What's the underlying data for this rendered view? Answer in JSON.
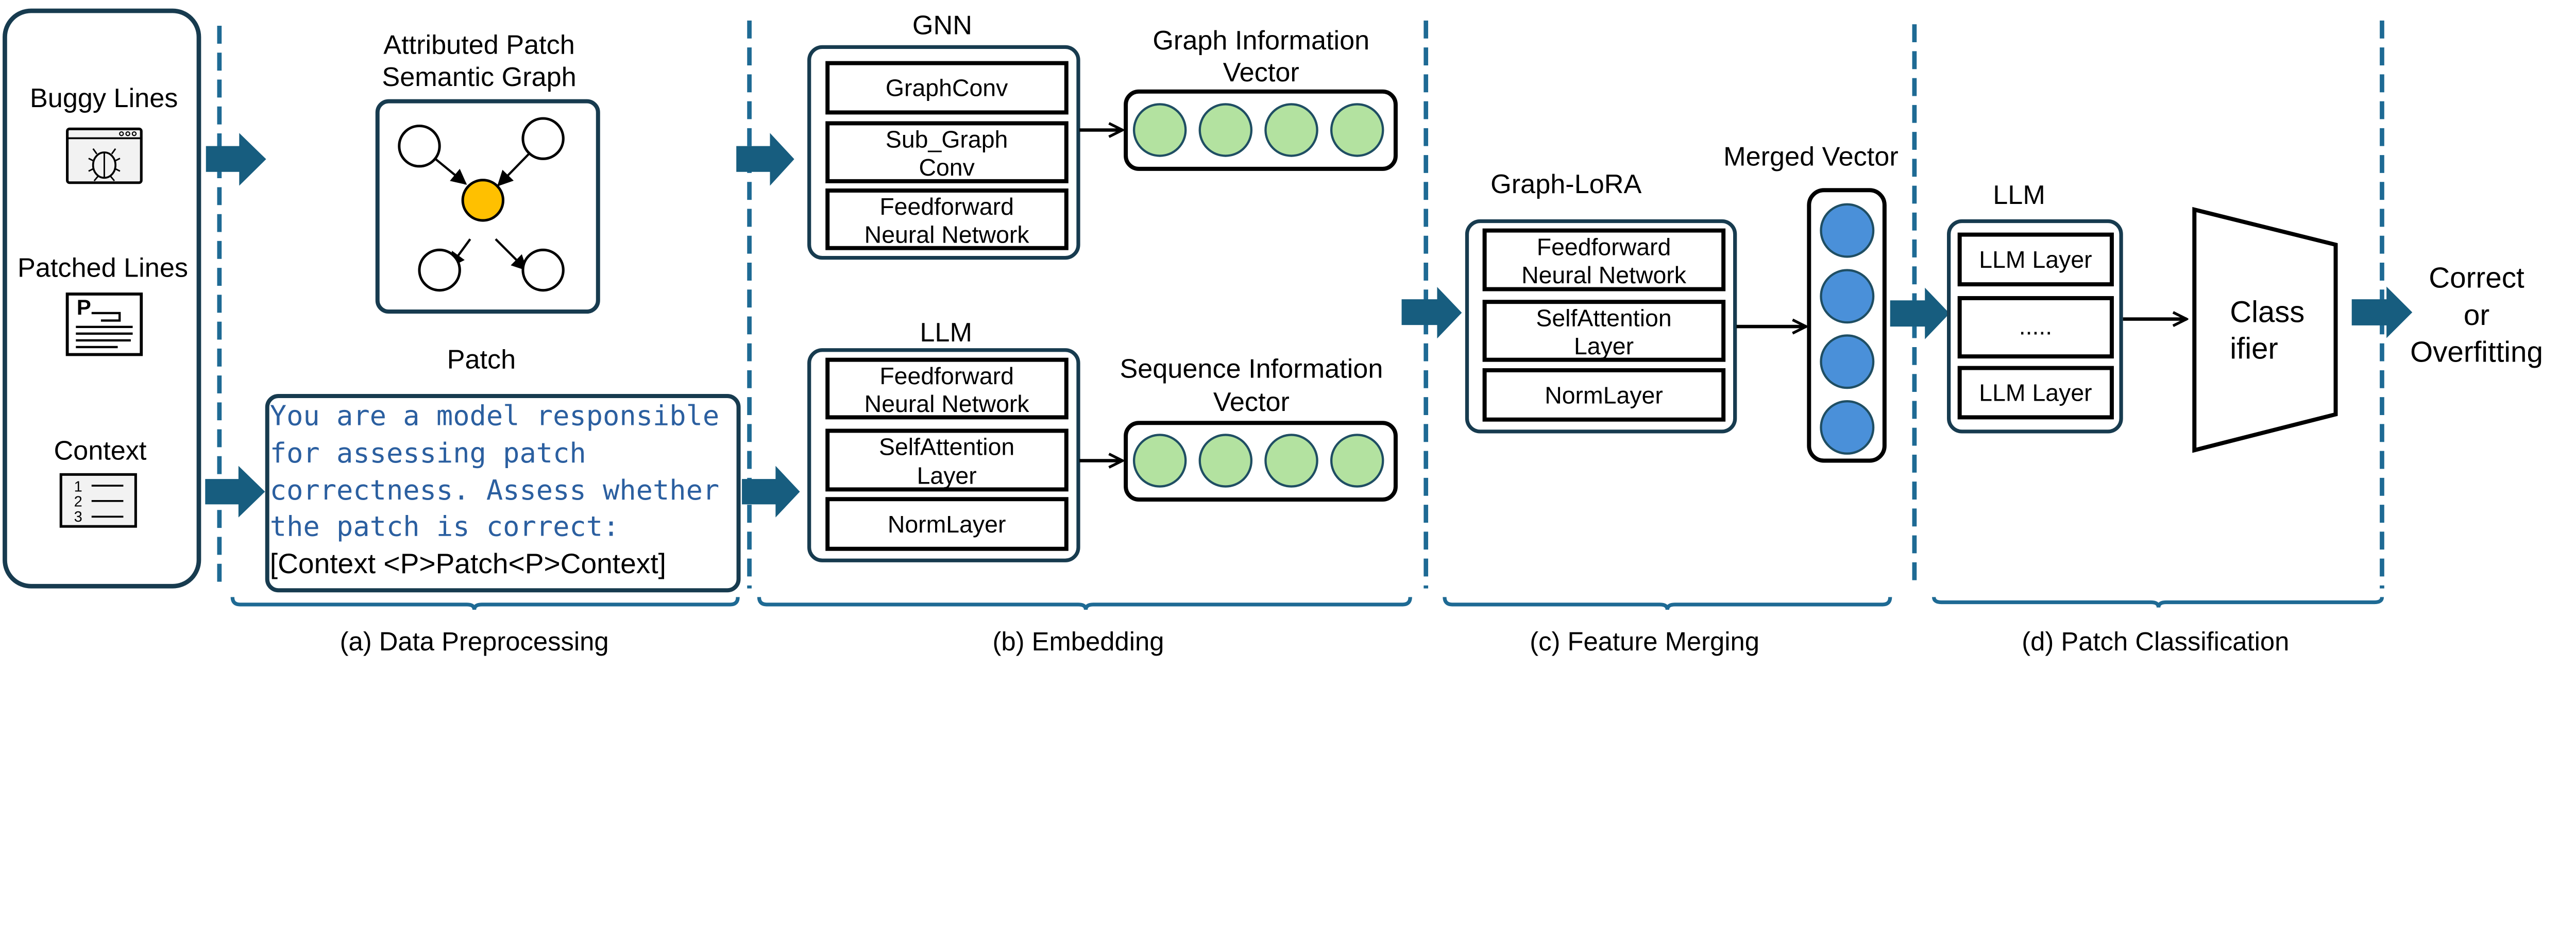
{
  "colors": {
    "arrow": "#175D7F",
    "divider": "#1E6A94",
    "box_border": "#173B4F",
    "central_node": "#FFC000",
    "sequence_nodes": "#B3E2A0",
    "merged_nodes": "#4A90D9",
    "prompt_text": "#2B5FA0"
  },
  "inputs": {
    "buggy_lines": "Buggy Lines",
    "patched_lines": "Patched Lines",
    "context": "Context",
    "icons": [
      "bug-window-icon",
      "patch-document-icon",
      "numbered-list-icon"
    ],
    "patch_icon_letter": "P",
    "list_numbers": [
      "1",
      "2",
      "3"
    ]
  },
  "preprocessing": {
    "graph_title_line1": "Attributed Patch",
    "graph_title_line2": "Semantic Graph",
    "patch_title": "Patch",
    "prompt_lines": [
      "You are a model responsible",
      "for assessing patch",
      "correctness. Assess whether",
      "the patch is correct:"
    ],
    "template_line": "[Context <P>Patch<P>Context]",
    "section_label": "(a) Data Preprocessing"
  },
  "embedding": {
    "gnn_title": "GNN",
    "gnn_layers": [
      [
        "GraphConv"
      ],
      [
        "Sub_Graph",
        "Conv"
      ],
      [
        "Feedforward",
        "Neural Network"
      ]
    ],
    "graph_vector_title_line1": "Graph Information",
    "graph_vector_title_line2": "Vector",
    "llm_title": "LLM",
    "llm_layers": [
      [
        "Feedforward",
        "Neural Network"
      ],
      [
        "SelfAttention",
        "Layer"
      ],
      [
        "NormLayer"
      ]
    ],
    "seq_vector_title_line1": "Sequence Information",
    "seq_vector_title_line2": "Vector",
    "section_label": "(b) Embedding"
  },
  "merging": {
    "lora_title": "Graph-LoRA",
    "lora_layers": [
      [
        "Feedforward",
        "Neural Network"
      ],
      [
        "SelfAttention",
        "Layer"
      ],
      [
        "NormLayer"
      ]
    ],
    "merged_title": "Merged Vector",
    "section_label": "(c) Feature Merging"
  },
  "classification": {
    "llm_title": "LLM",
    "llm_layers": [
      "LLM Layer",
      ".....",
      "LLM Layer"
    ],
    "classifier_line1": "Class",
    "classifier_line2": "ifier",
    "output_line1": "Correct",
    "output_line2": "or",
    "output_line3": "Overfitting",
    "section_label": "(d) Patch Classification"
  }
}
